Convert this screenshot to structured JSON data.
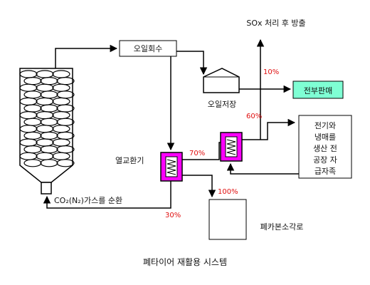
{
  "colors": {
    "line": "#000000",
    "heat_exchanger": "#ff00ff",
    "sales_box": "#7fffd4",
    "percent": "#e01010"
  },
  "labels": {
    "oil_recovery": "오일회수",
    "oil_storage": "오일저장",
    "sox_emission": "SOx 처리 후 방출",
    "full_sale": "전부판매",
    "heat_exchanger": "열교환기",
    "gas_recirculation": "CO₂(N₂)가스를 순환",
    "self_supply_lines": [
      "전기와",
      "냉매를",
      "생산 전",
      "공장 자",
      "급자족"
    ],
    "waste_incinerator": "폐카본소각로",
    "caption": "폐타이어 재활용 시스템"
  },
  "percentages": {
    "to_sox": "10%",
    "to_plant": "60%",
    "exchanger_to_second": "70%",
    "incinerator_input": "100%",
    "recirculation": "30%"
  },
  "icons": {
    "heat_exchanger_symbol": "coil-icon",
    "reactor_contents": "tire-pile-icon",
    "storage_tank": "tank-icon"
  }
}
